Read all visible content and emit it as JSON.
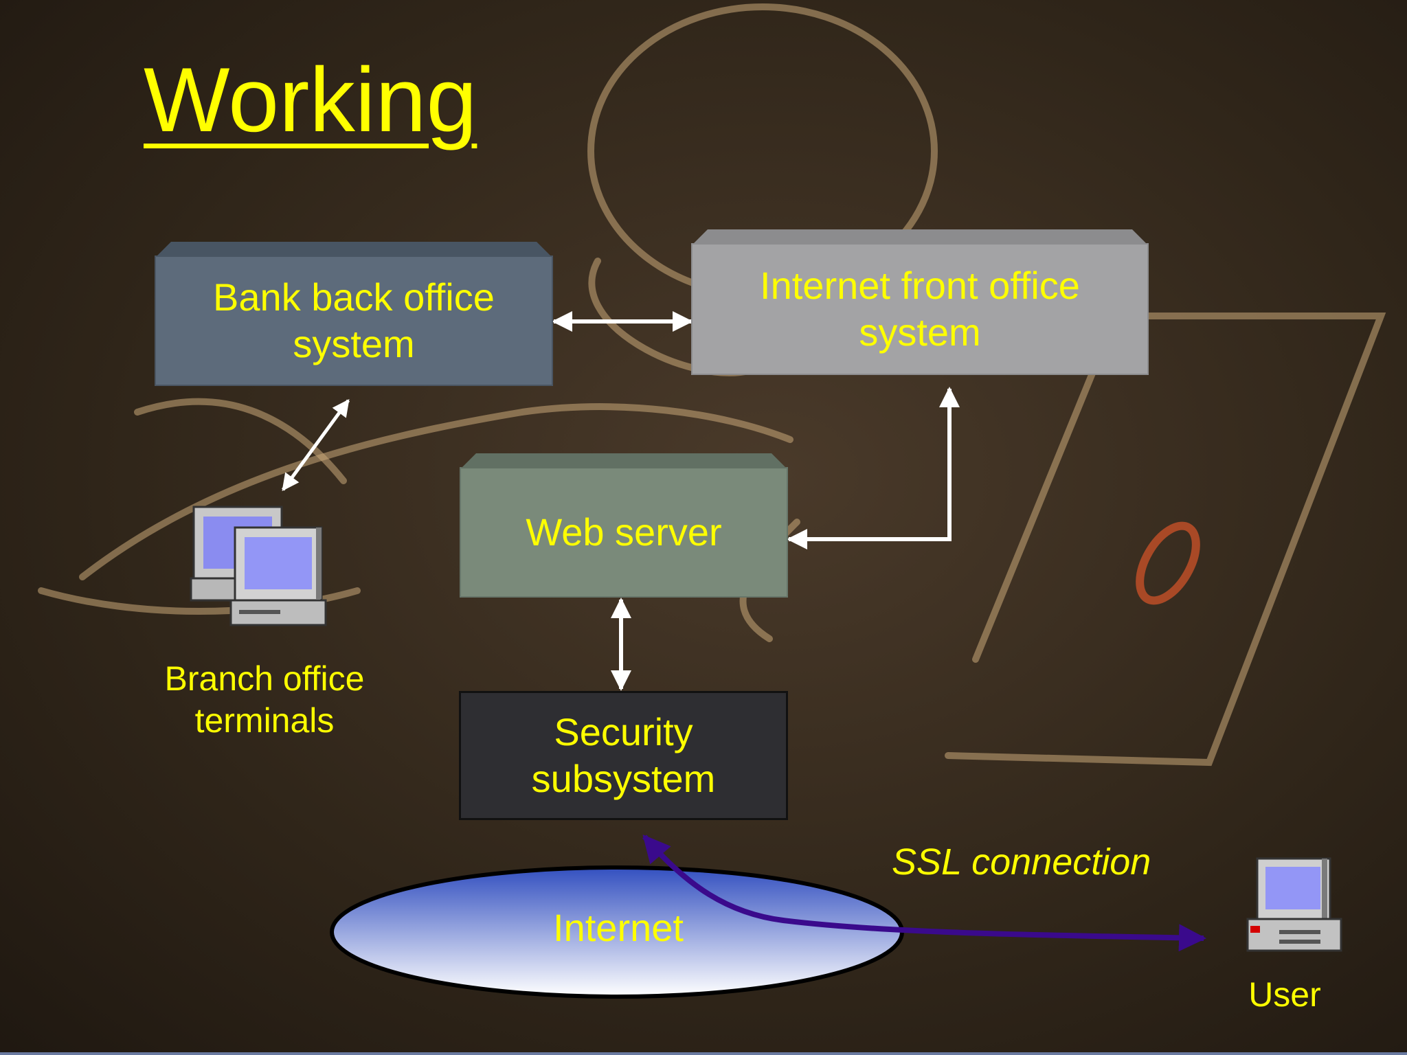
{
  "slide": {
    "title": "Working"
  },
  "nodes": {
    "bank_back_office": "Bank back office\nsystem",
    "internet_front_office": "Internet front office\nsystem",
    "web_server": "Web server",
    "security_subsystem": "Security\nsubsystem",
    "internet": "Internet",
    "branch_office_terminals": "Branch office\nterminals",
    "user": "User"
  },
  "edge_labels": {
    "ssl": "SSL connection"
  },
  "icons": {
    "branch": "desktop-computers-icon",
    "user": "desktop-computer-icon"
  },
  "colors": {
    "text": "#ffff00",
    "connector": "#ffffff",
    "ssl_connector": "#3a0a8c",
    "bank_box": "#5d6b7b",
    "front_box": "#a3a3a5",
    "web_box": "#7a8a7a",
    "security_box": "#2e2e32"
  }
}
